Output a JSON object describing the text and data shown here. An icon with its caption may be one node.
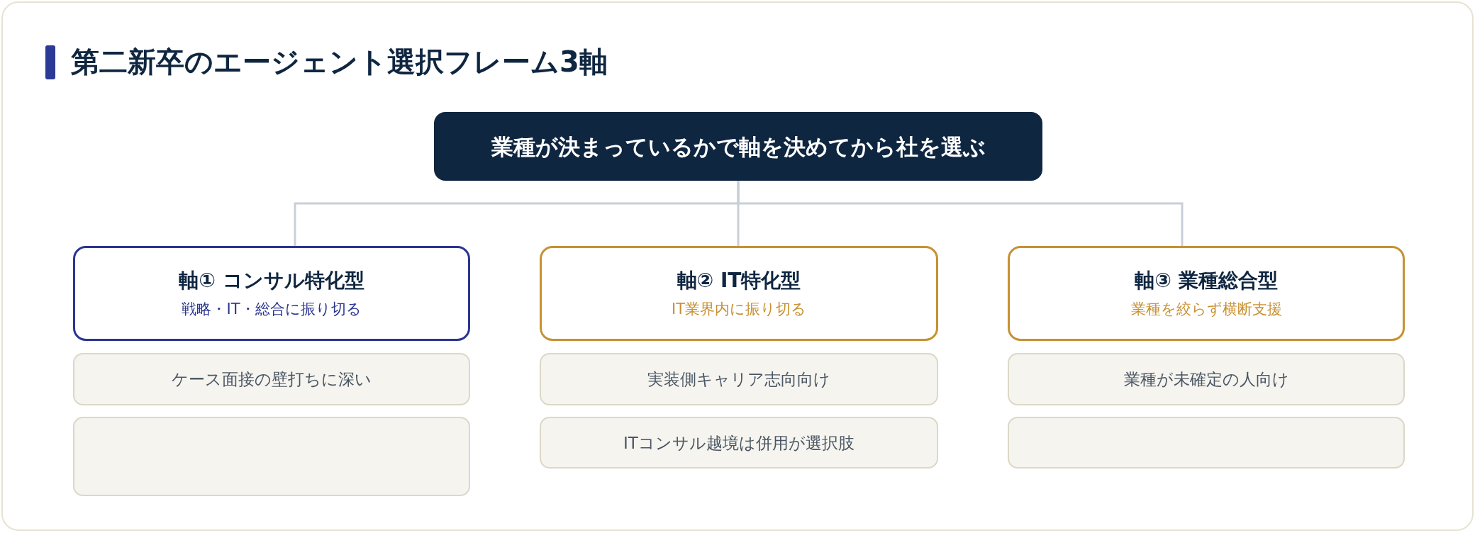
{
  "diagram": {
    "title": "第二新卒のエージェント選択フレーム3軸",
    "nodes": [
      {
        "text": [
          "業種が決まっているかで軸を決めてから社を選ぶ"
        ]
      },
      {
        "text": [
          "軸① コンサル特化型",
          "戦略・IT・総合に振り切る"
        ]
      },
      {
        "text": [
          "軸② IT特化型",
          "IT業界内に振り切る"
        ]
      },
      {
        "text": [
          "軸③ 業種総合型",
          "業種を絞らず横断支援"
        ]
      },
      {
        "text": [
          "ケース面接の壁打ちに深い"
        ]
      },
      {
        "text": [
          "実装側キャリア志向向け"
        ]
      },
      {
        "text": [
          "業種が未確定の人向け"
        ]
      },
      {
        "text": [],
        "shape": "box"
      },
      {
        "text": [
          "ITコンサル越境は併用が選択肢"
        ]
      },
      {
        "text": [],
        "shape": "box"
      }
    ],
    "edges": [
      {
        "from": 0,
        "to": 1,
        "arrow": "none"
      },
      {
        "from": 0,
        "to": 2,
        "arrow": "none"
      },
      {
        "from": 0,
        "to": 3,
        "arrow": "none"
      }
    ]
  }
}
